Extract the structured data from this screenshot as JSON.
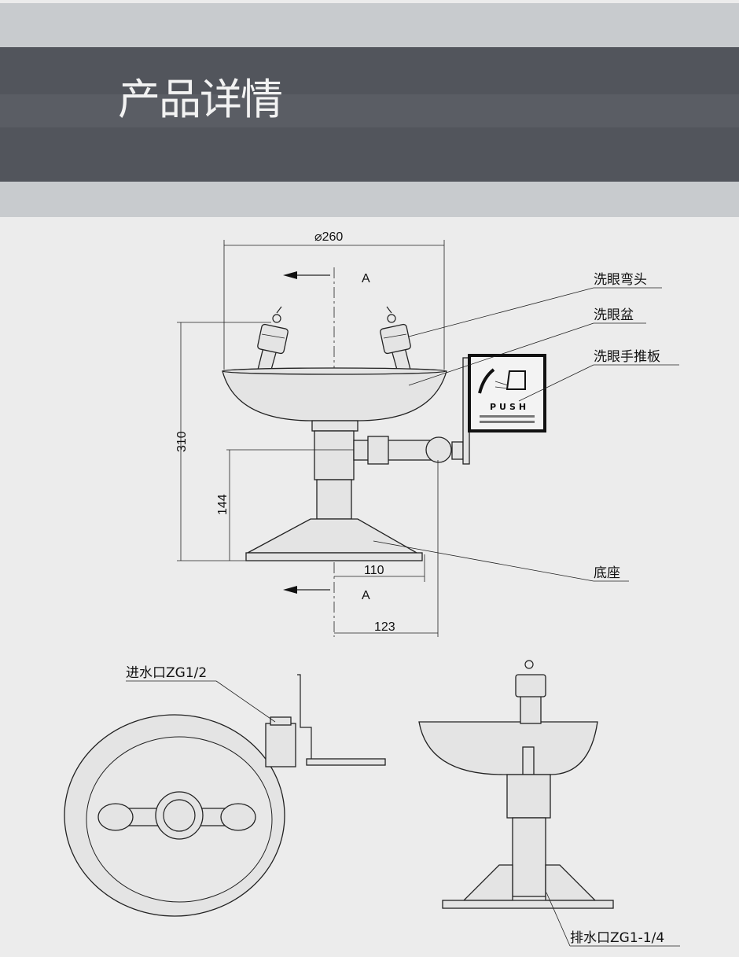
{
  "header": {
    "title": "产品详情"
  },
  "front_view": {
    "diameter_label": "⌀260",
    "section_mark_top": "A",
    "section_mark_bottom": "A",
    "height_total": "310",
    "height_pipe": "144",
    "base_half_width": "110",
    "pipe_offset": "123",
    "push_plate_text": "PUSH",
    "callouts": [
      "洗眼弯头",
      "洗眼盆",
      "洗眼手推板",
      "底座"
    ]
  },
  "top_view": {
    "inlet_label": "进水口ZG1/2"
  },
  "section_view": {
    "drain_label": "排水口ZG1-1/4"
  }
}
